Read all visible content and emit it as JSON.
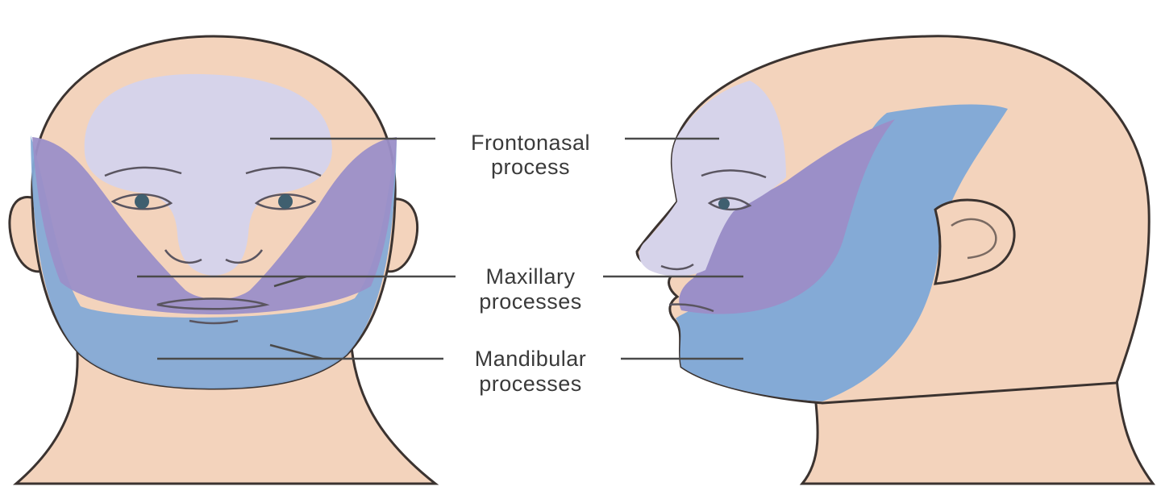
{
  "labels": {
    "frontonasal": [
      "Frontonasal",
      "process"
    ],
    "maxillary": [
      "Maxillary",
      "processes"
    ],
    "mandibular": [
      "Mandibular",
      "processes"
    ]
  },
  "colors": {
    "skin": "#f3d3bc",
    "skin_outline": "#3b3330",
    "frontonasal": "#d6d3ea",
    "maxillary": "#9b8fc8",
    "mandibular": "#84aad6",
    "leader_line": "#4a4a4a",
    "text": "#3a3a3a"
  }
}
